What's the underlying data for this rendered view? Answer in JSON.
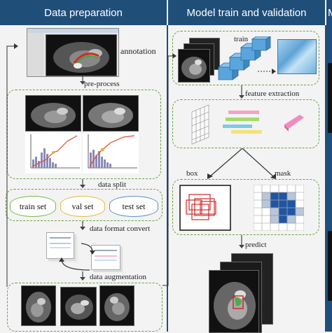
{
  "headers": {
    "col1": "Data preparation",
    "col2": "Model train and validation",
    "col3": "M"
  },
  "col1": {
    "annotation": "annotation",
    "preprocess": "pre-process",
    "data_split": "data split",
    "train_set": "train set",
    "val_set": "val set",
    "test_set": "test set",
    "format_convert": "data format convert",
    "augmentation": "data augmentation"
  },
  "col2": {
    "train": "train",
    "feature_extraction": "feature extraction",
    "box": "box",
    "mask": "mask",
    "predict": "predict"
  },
  "colors": {
    "header": "#1f4e79",
    "dashed_border": "#6aa04a",
    "train_cyl": "#7ab648",
    "val_cyl": "#e3b93b",
    "test_cyl": "#5b8fc9",
    "box_red": "#d62828",
    "mask_blue": "#1f55a5"
  }
}
